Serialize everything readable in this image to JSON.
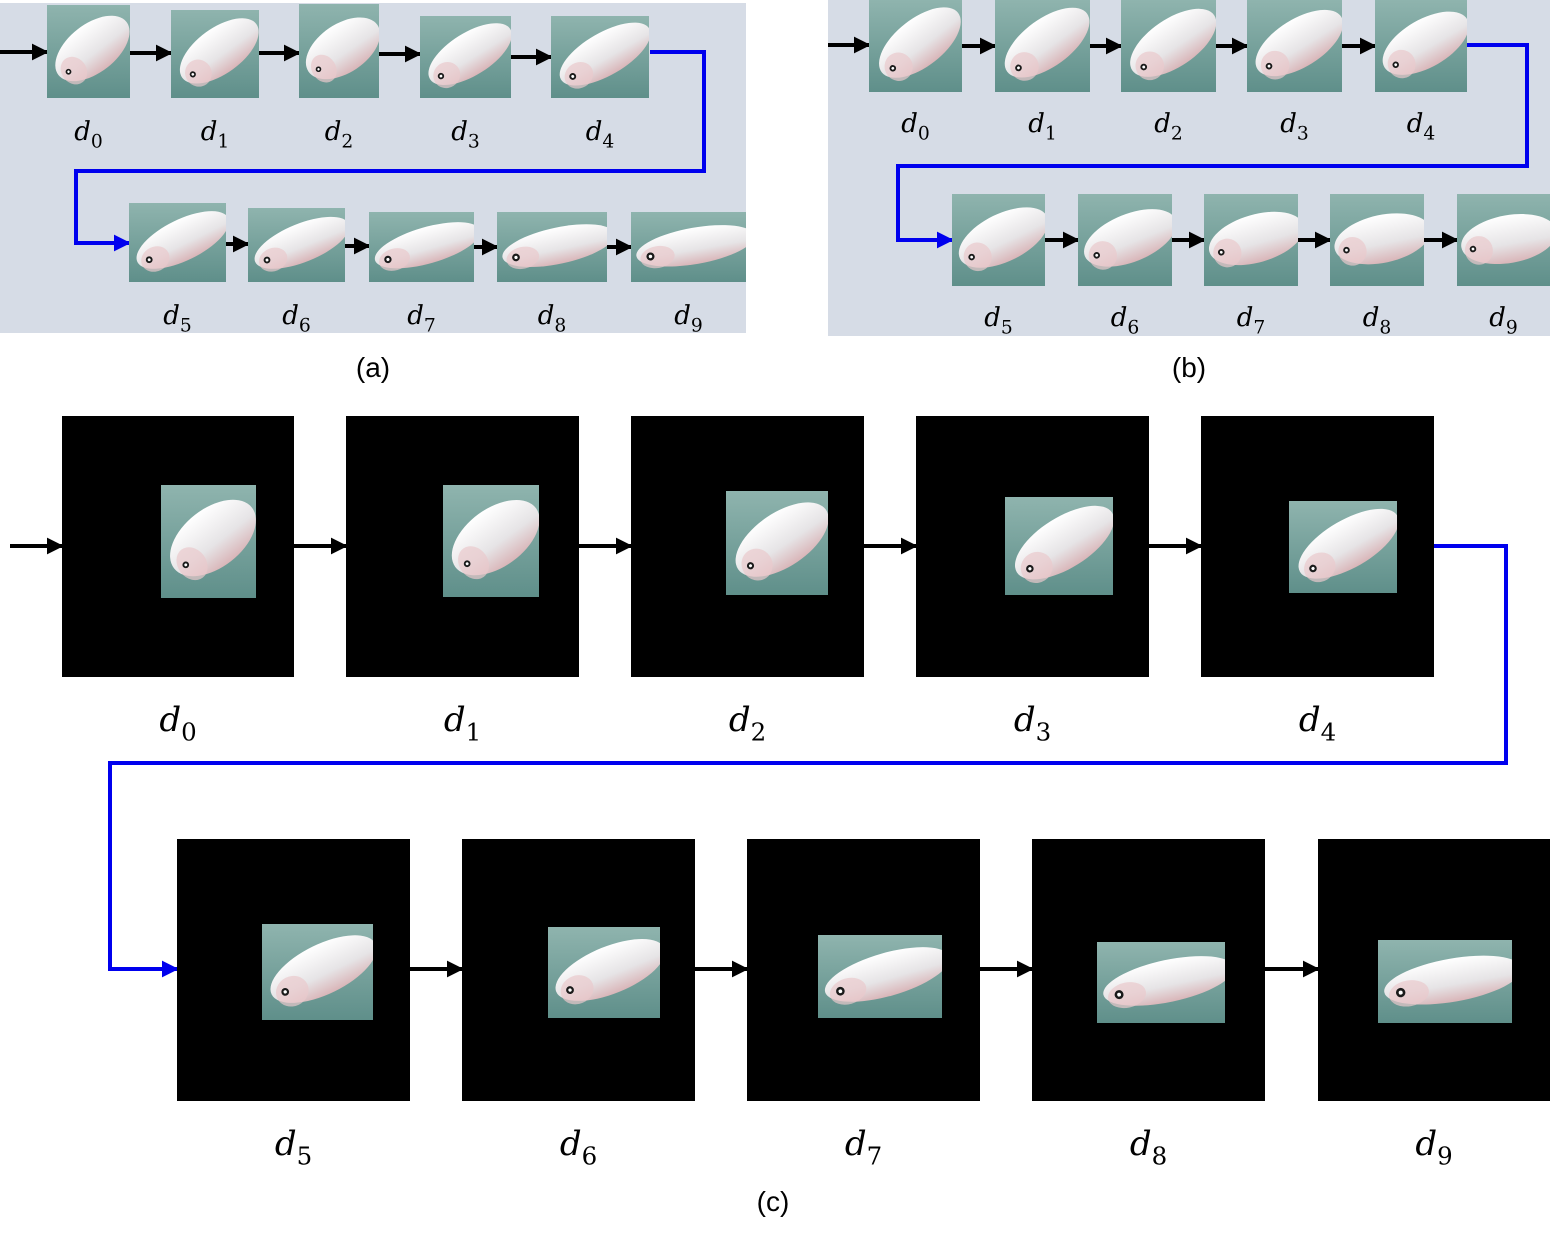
{
  "panels": [
    {
      "caption": "(a)",
      "frames": [
        {
          "label": "d",
          "index": "0"
        },
        {
          "label": "d",
          "index": "1"
        },
        {
          "label": "d",
          "index": "2"
        },
        {
          "label": "d",
          "index": "3"
        },
        {
          "label": "d",
          "index": "4"
        },
        {
          "label": "d",
          "index": "5"
        },
        {
          "label": "d",
          "index": "6"
        },
        {
          "label": "d",
          "index": "7"
        },
        {
          "label": "d",
          "index": "8"
        },
        {
          "label": "d",
          "index": "9"
        }
      ]
    },
    {
      "caption": "(b)",
      "frames": [
        {
          "label": "d",
          "index": "0"
        },
        {
          "label": "d",
          "index": "1"
        },
        {
          "label": "d",
          "index": "2"
        },
        {
          "label": "d",
          "index": "3"
        },
        {
          "label": "d",
          "index": "4"
        },
        {
          "label": "d",
          "index": "5"
        },
        {
          "label": "d",
          "index": "6"
        },
        {
          "label": "d",
          "index": "7"
        },
        {
          "label": "d",
          "index": "8"
        },
        {
          "label": "d",
          "index": "9"
        }
      ]
    },
    {
      "caption": "(c)",
      "frames": [
        {
          "label": "d",
          "index": "0"
        },
        {
          "label": "d",
          "index": "1"
        },
        {
          "label": "d",
          "index": "2"
        },
        {
          "label": "d",
          "index": "3"
        },
        {
          "label": "d",
          "index": "4"
        },
        {
          "label": "d",
          "index": "5"
        },
        {
          "label": "d",
          "index": "6"
        },
        {
          "label": "d",
          "index": "7"
        },
        {
          "label": "d",
          "index": "8"
        },
        {
          "label": "d",
          "index": "9"
        }
      ]
    }
  ],
  "colors": {
    "panel_background": "#d6dce6",
    "frame_background": "#000000",
    "arrow_sequence": "#000000",
    "arrow_wrap": "#0000ee",
    "water": "#7fa7a2",
    "fish_body": "#e8eaea"
  }
}
